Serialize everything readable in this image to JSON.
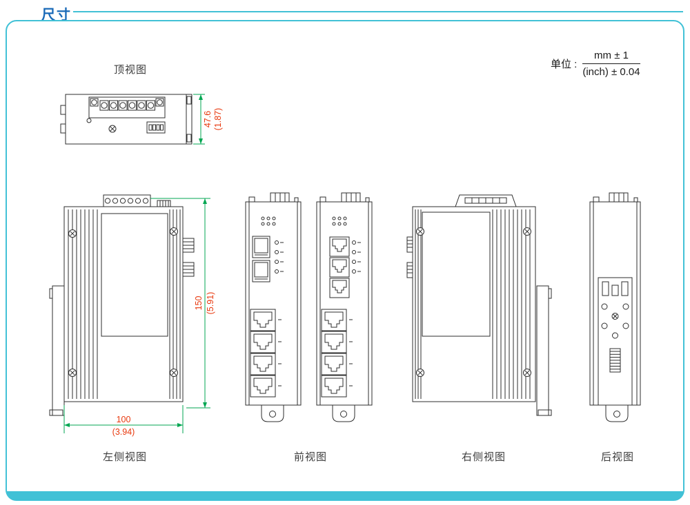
{
  "page": {
    "title": "尺寸",
    "unit": {
      "label": "单位 :",
      "numerator": "mm ± 1",
      "denominator": "(inch) ± 0.04"
    }
  },
  "views": {
    "top": "顶视图",
    "left_side": "左侧视图",
    "front": "前视图",
    "right_side": "右侧视图",
    "rear": "后视图"
  },
  "dimensions": {
    "depth": {
      "mm": "47.6",
      "inch": "(1.87)"
    },
    "height": {
      "mm": "150",
      "inch": "(5.91)"
    },
    "width": {
      "mm": "100",
      "inch": "(3.94)"
    }
  },
  "colors": {
    "accent_cyan": "#41c1d6",
    "title_blue": "#1a6ab8",
    "dimension_text_red": "#e8380d",
    "dimension_line_green": "#00a651",
    "drawing_line": "#2d2d2d"
  }
}
